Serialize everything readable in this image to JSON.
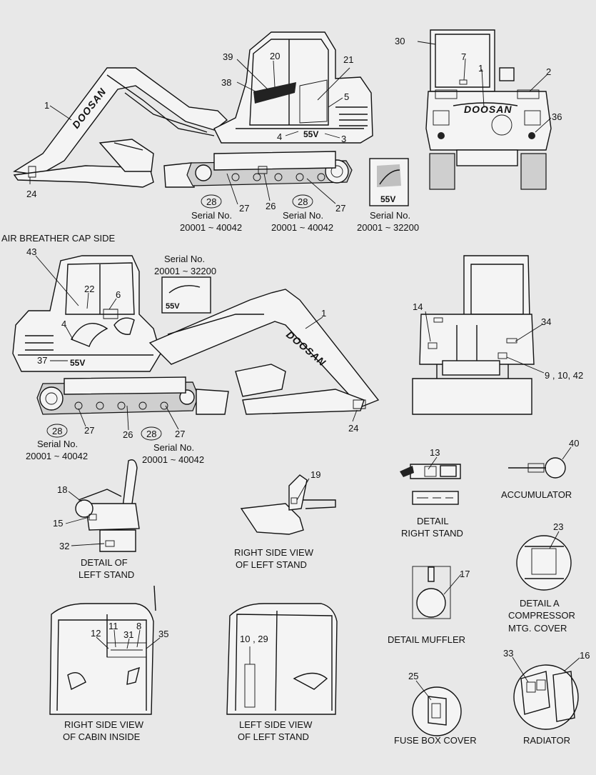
{
  "callouts": {
    "c1a": "1",
    "c24a": "24",
    "c39": "39",
    "c20": "20",
    "c21": "21",
    "c38": "38",
    "c5": "5",
    "c4a": "4",
    "c3": "3",
    "c27a": "27",
    "c26a": "26",
    "c27b": "27",
    "c30": "30",
    "c7": "7",
    "c1b": "1",
    "c2": "2",
    "c36": "36",
    "c43": "43",
    "c22": "22",
    "c6": "6",
    "c4b": "4",
    "c37": "37",
    "c1c": "1",
    "c24b": "24",
    "c27c": "27",
    "c26b": "26",
    "c27d": "27",
    "c14": "14",
    "c34": "34",
    "c9_10_42": "9 , 10, 42",
    "c13": "13",
    "c40": "40",
    "c18": "18",
    "c15": "15",
    "c32": "32",
    "c19": "19",
    "c23": "23",
    "c17": "17",
    "c12": "12",
    "c11": "11",
    "c31": "31",
    "c8": "8",
    "c35": "35",
    "c10_29": "10 , 29",
    "c25": "25",
    "c33": "33",
    "c16": "16"
  },
  "circled": {
    "a": "28",
    "b": "28",
    "c": "28",
    "d": "28"
  },
  "serials": {
    "s1_label": "Serial No.",
    "s1_range": "20001 ~ 40042",
    "s2_label": "Serial No.",
    "s2_range": "20001 ~ 40042",
    "s3_label": "Serial No.",
    "s3_range": "20001 ~ 32200",
    "s4_label": "Serial No.",
    "s4_range": "20001 ~ 32200",
    "s5_label": "Serial No.",
    "s5_range": "20001 ~ 40042",
    "s6_label": "Serial No.",
    "s6_range": "20001 ~ 40042"
  },
  "captions": {
    "air_breather": "AIR BREATHER CAP SIDE",
    "accumulator": "ACCUMULATOR",
    "detail_right_stand_1": "DETAIL",
    "detail_right_stand_2": "RIGHT STAND",
    "detail_left_stand_1": "DETAIL OF",
    "detail_left_stand_2": "LEFT STAND",
    "right_side_left_stand_1": "RIGHT SIDE VIEW",
    "right_side_left_stand_2": "OF LEFT STAND",
    "detail_a_1": "DETAIL  A",
    "detail_a_2": "COMPRESSOR",
    "detail_a_3": "MTG. COVER",
    "detail_muffler": "DETAIL MUFFLER",
    "rsv_cabin_1": "RIGHT SIDE VIEW",
    "rsv_cabin_2": "OF CABIN INSIDE",
    "lsv_left_stand_1": "LEFT SIDE VIEW",
    "lsv_left_stand_2": "OF LEFT STAND",
    "fuse_box": "FUSE BOX COVER",
    "radiator": "RADIATOR"
  },
  "decals": {
    "brand": "DOOSAN",
    "model": "55V"
  }
}
